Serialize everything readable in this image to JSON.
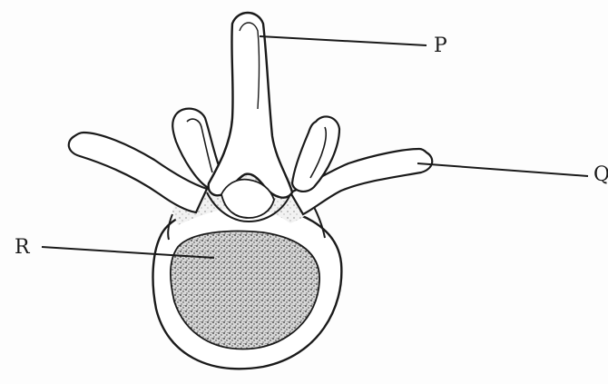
{
  "labels": {
    "p": "P",
    "q": "Q",
    "r": "R"
  },
  "colors": {
    "ink": "#1a1a1a",
    "paper": "#fdfdfd",
    "stipple": "#2a2a2a"
  }
}
